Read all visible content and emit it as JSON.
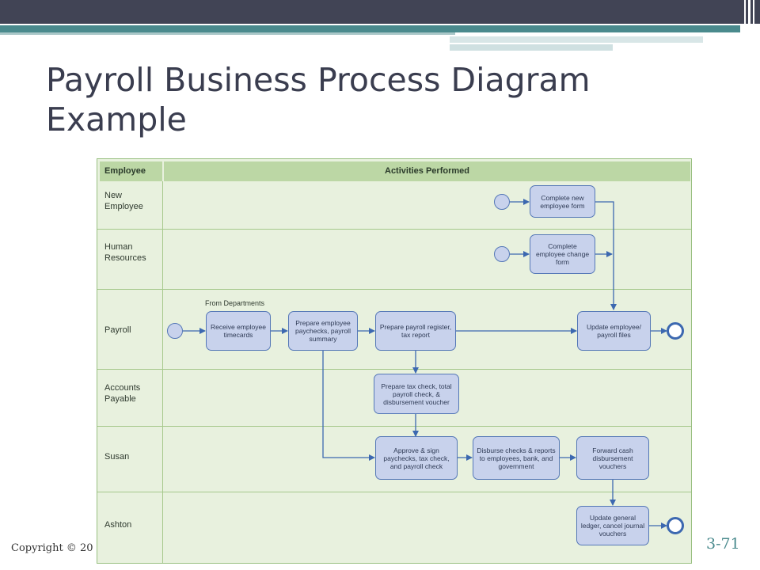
{
  "slide": {
    "title": "Payroll Business Process Diagram Example",
    "footer_copyright": "Copyright © 20",
    "page_number": "3-71"
  },
  "diagram": {
    "header": {
      "employee": "Employee",
      "activities": "Activities Performed"
    },
    "lanes": [
      {
        "label": "New Employee"
      },
      {
        "label": "Human Resources"
      },
      {
        "label": "Payroll"
      },
      {
        "label": "Accounts Payable"
      },
      {
        "label": "Susan"
      },
      {
        "label": "Ashton"
      }
    ],
    "note": "From Departments",
    "activities": {
      "complete_new_form": "Complete new employee form",
      "complete_change_form": "Complete employee change form",
      "receive_timecards": "Receive employee timecards",
      "prepare_paychecks": "Prepare employee paychecks, payroll summary",
      "prepare_register": "Prepare payroll register, tax report",
      "update_files": "Update employee/ payroll files",
      "prepare_tax_check": "Prepare tax check, total payroll check, & disbursement voucher",
      "approve_sign": "Approve & sign paychecks, tax check, and payroll check",
      "disburse_checks": "Disburse checks & reports to employees, bank, and government",
      "forward_vouchers": "Forward cash disbursement vouchers",
      "update_ledger": "Update general ledger, cancel journal vouchers"
    }
  }
}
